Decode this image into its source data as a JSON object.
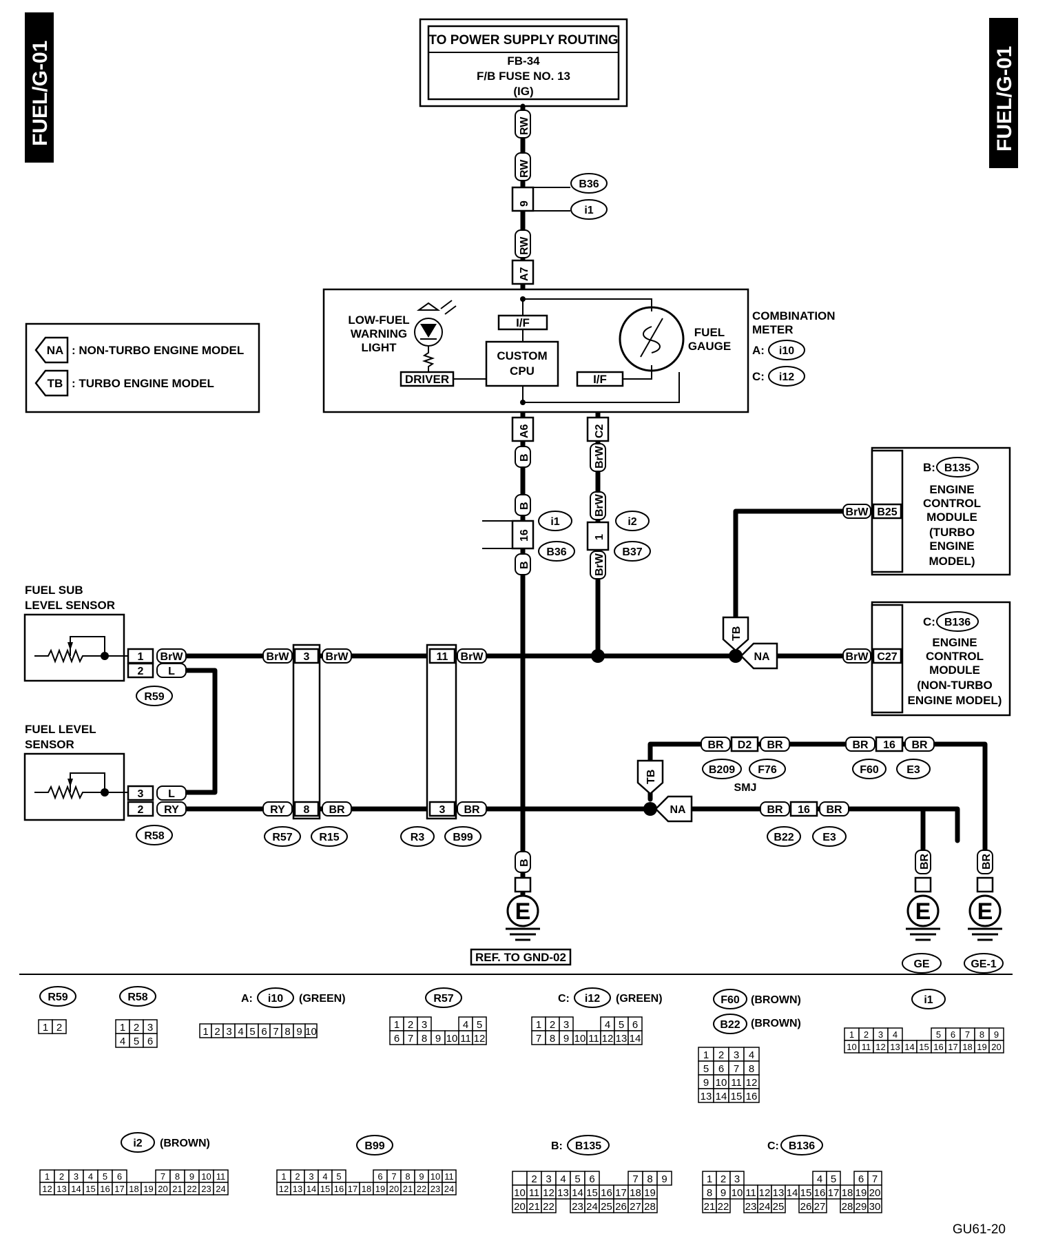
{
  "page_tags": {
    "left": "FUEL/G-01",
    "right": "FUEL/G-01"
  },
  "power_supply": {
    "title": "TO POWER SUPPLY ROUTING",
    "line1": "FB-34",
    "line2": "F/B FUSE NO. 13",
    "line3": "(IG)"
  },
  "legend": {
    "na_tag": "NA",
    "na_text": ": NON-TURBO ENGINE MODEL",
    "tb_tag": "TB",
    "tb_text": ": TURBO ENGINE MODEL"
  },
  "meter": {
    "low_fuel_1": "LOW-FUEL",
    "low_fuel_2": "WARNING",
    "low_fuel_3": "LIGHT",
    "if_top": "I/F",
    "cpu_1": "CUSTOM",
    "cpu_2": "CPU",
    "driver": "DRIVER",
    "if_bottom": "I/F",
    "gauge_1": "FUEL",
    "gauge_2": "GAUGE",
    "name_1": "COMBINATION",
    "name_2": "METER",
    "conn_a_prefix": "A:",
    "conn_a": "i10",
    "conn_c_prefix": "C:",
    "conn_c": "i12",
    "pin_a": "A7",
    "pin_a6": "A6",
    "pin_c2": "C2"
  },
  "wires": {
    "rw": "RW",
    "b": "B",
    "brw": "BrW",
    "br": "BR",
    "ry": "RY",
    "l": "L"
  },
  "connectors": {
    "b36": "B36",
    "i1": "i1",
    "i2": "i2",
    "b37": "B37",
    "pin_9": "9",
    "pin_16": "16",
    "pin_1": "1",
    "pin_2": "2",
    "pin_3": "3",
    "pin_8": "8",
    "pin_11": "11",
    "r59": "R59",
    "r58": "R58",
    "r57": "R57",
    "r15": "R15",
    "r3": "R3",
    "b99": "B99",
    "b25": "B25",
    "c27": "C27",
    "d2": "D2",
    "b209": "B209",
    "f76": "F76",
    "smj": "SMJ",
    "f60": "F60",
    "e3": "E3",
    "b22": "B22",
    "na": "NA",
    "tb": "TB"
  },
  "ecm_turbo": {
    "prefix": "B:",
    "conn": "B135",
    "l1": "ENGINE",
    "l2": "CONTROL",
    "l3": "MODULE",
    "l4": "(TURBO",
    "l5": "ENGINE",
    "l6": "MODEL)"
  },
  "ecm_nonturbo": {
    "prefix": "C:",
    "conn": "B136",
    "l1": "ENGINE",
    "l2": "CONTROL",
    "l3": "MODULE",
    "l4": "(NON-TURBO",
    "l5": "ENGINE MODEL)"
  },
  "sensors": {
    "sub_1": "FUEL SUB",
    "sub_2": "LEVEL SENSOR",
    "main_1": "FUEL LEVEL",
    "main_2": "SENSOR"
  },
  "grounds": {
    "e": "E",
    "ref": "REF. TO GND-02",
    "ge": "GE",
    "ge1": "GE-1"
  },
  "pinouts": {
    "r59": {
      "name": "R59"
    },
    "r58": {
      "name": "R58"
    },
    "i10": {
      "prefix": "A:",
      "name": "i10",
      "color": "(GREEN)"
    },
    "r57": {
      "name": "R57"
    },
    "i12": {
      "prefix": "C:",
      "name": "i12",
      "color": "(GREEN)"
    },
    "f60": {
      "name": "F60",
      "color": "(BROWN)"
    },
    "b22": {
      "name": "B22",
      "color": "(BROWN)"
    },
    "i1": {
      "name": "i1"
    },
    "i2": {
      "name": "i2",
      "color": "(BROWN)"
    },
    "b99": {
      "name": "B99"
    },
    "b135": {
      "prefix": "B:",
      "name": "B135"
    },
    "b136": {
      "prefix": "C:",
      "name": "B136"
    }
  },
  "footer_code": "GU61-20"
}
